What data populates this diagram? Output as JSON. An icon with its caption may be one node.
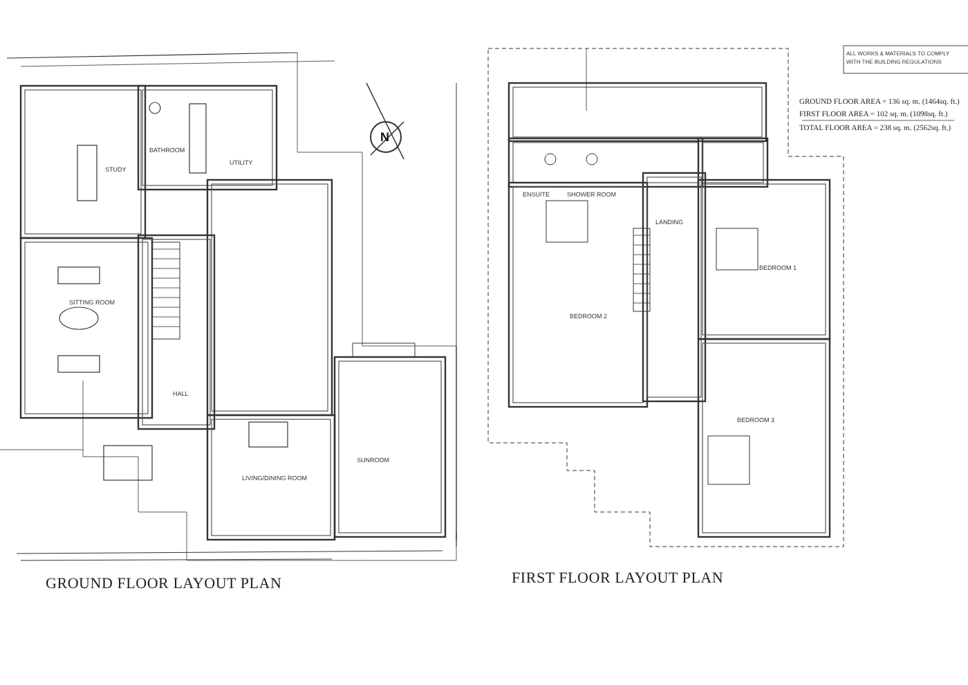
{
  "diagram": {
    "labels": [
      "ALL WORKS & MATERIALS TO COMPLY WITH THE BUILDING REGULATIONS",
      "GROUND FLOOR AREA = 136 sq. m. (1464sq. ft.)",
      "FIRST FLOOR AREA = 102 sq. m. (1098sq. ft.)",
      "TOTAL FLOOR AREA = 238 sq. m. (2562sq. ft.)",
      "N",
      "BATHROOM",
      "STUDY",
      "UTILITY",
      "SITTING ROOM",
      "HALL",
      "LIVING/DINING ROOM",
      "SUNROOM",
      "ENSUITE",
      "SHOWER ROOM",
      "LANDING",
      "BEDROOM 1",
      "BEDROOM 2",
      "BEDROOM 3",
      "GROUND FLOOR LAYOUT PLAN",
      "FIRST FLOOR LAYOUT PLAN"
    ]
  }
}
